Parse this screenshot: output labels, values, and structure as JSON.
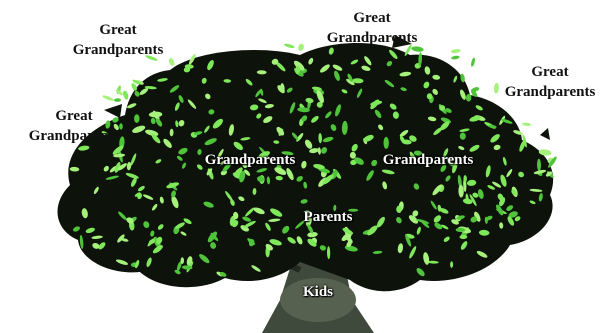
{
  "labels": {
    "great_grandparents_top_left": {
      "line1": "Great",
      "line2": "Grandparents"
    },
    "great_grandparents_top_center": {
      "line1": "Great",
      "line2": "Grandparents"
    },
    "great_grandparents_right": {
      "line1": "Great",
      "line2": "Grandparents"
    },
    "great_grandparents_left": {
      "line1": "Great",
      "line2": "Grandparents"
    },
    "grandparents_left": "Grandparents",
    "grandparents_right": "Grandparents",
    "parents": "Parents",
    "kids": "Kids"
  },
  "colors": {
    "foliage_dark": "#0d130a",
    "leaf_bright": "#7fe85a",
    "leaf_mid": "#4fc43a",
    "trunk": "#3f4a3c"
  }
}
